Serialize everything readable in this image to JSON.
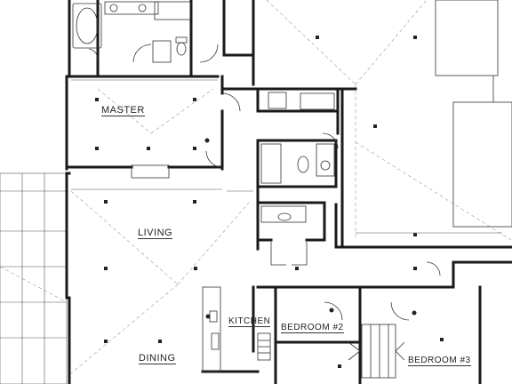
{
  "rooms": {
    "master": "MASTER",
    "living": "LIVING",
    "dining": "DINING",
    "kitchen": "KITCHEN",
    "bedroom2": "BEDROOM #2",
    "bedroom3": "BEDROOM #3"
  },
  "colors": {
    "wall": "#1a1a1a",
    "thin_line": "#444444",
    "dashed": "#8a8a8a",
    "background": "#ffffff"
  }
}
